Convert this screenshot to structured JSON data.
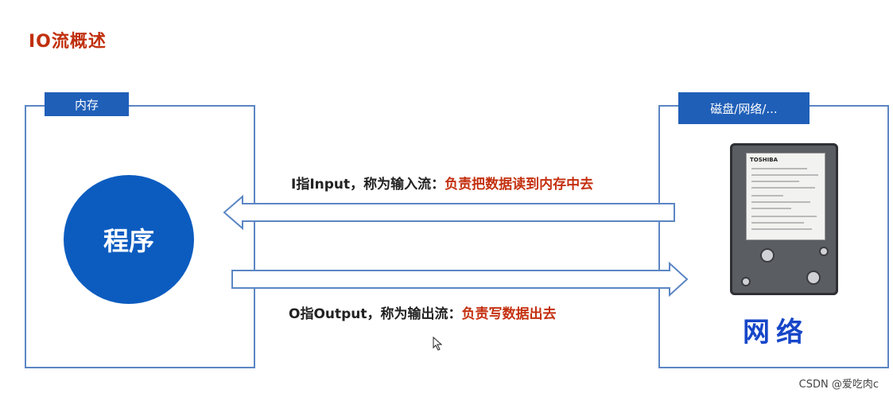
{
  "title": "IO流概述",
  "memory_box": {
    "tag": "内存",
    "program": "程序"
  },
  "storage_box": {
    "tag": "磁盘/网络/...",
    "network_text": "网络",
    "hdd_brand": "TOSHIBA"
  },
  "input": {
    "prefix": "I指Input，称为输入流：",
    "highlight": "负责把数据读到内存中去"
  },
  "output": {
    "prefix": "O指Output，称为输出流：",
    "highlight": "负责写数据出去"
  },
  "watermark": "CSDN @爱吃肉c",
  "colors": {
    "accent_blue": "#1f5fb8",
    "circle_blue": "#0c5cc0",
    "title_red": "#c0300e",
    "highlight_red": "#c4300f",
    "frame_blue": "#5b86c4",
    "network_blue": "#1646c8"
  },
  "icons": [
    "hard-drive-icon",
    "mouse-cursor-icon"
  ]
}
